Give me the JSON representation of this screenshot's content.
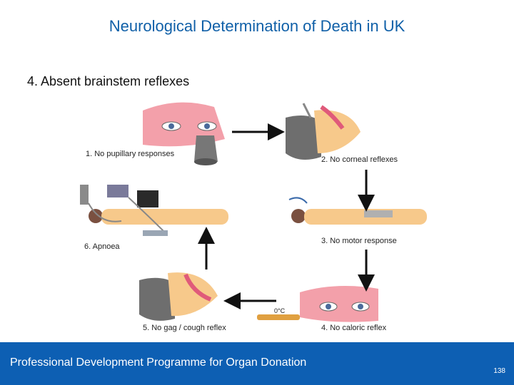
{
  "slide": {
    "title": "Neurological Determination of Death in UK",
    "subtitle": "4. Absent brainstem reflexes"
  },
  "diagram": {
    "steps": [
      {
        "label": "1. No pupillary responses"
      },
      {
        "label": "2. No corneal reflexes"
      },
      {
        "label": "3. No motor response"
      },
      {
        "label": "4. No caloric reflex"
      },
      {
        "label": "5. No gag / cough reflex"
      },
      {
        "label": "6. Apnoea"
      }
    ],
    "temperature_label": "0°C"
  },
  "footer": {
    "text": "Professional Development Programme for Organ Donation",
    "page_number": "138"
  },
  "colors": {
    "title": "#1060a8",
    "footer_bg": "#0d5fb3",
    "skin": "#f7c98b",
    "face_pink": "#f3a0aa",
    "hair": "#6e6e6e"
  }
}
